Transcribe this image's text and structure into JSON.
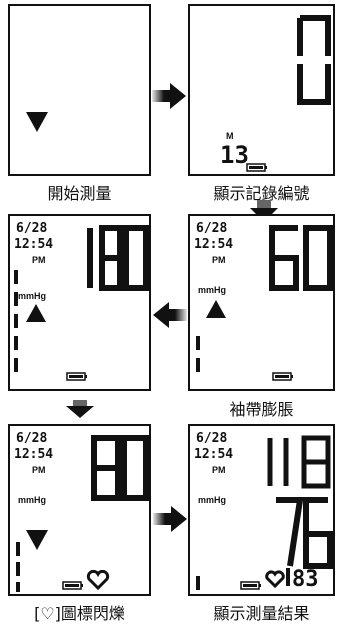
{
  "captions": {
    "step1": "開始測量",
    "step2": "顯示記錄編號",
    "step3": "",
    "step4": "袖帶膨脹",
    "step5": "[♡]圖標閃爍",
    "step6": "顯示測量結果"
  },
  "displays": {
    "p2": {
      "big": "0",
      "mem_label": "M",
      "mem_no": "13"
    },
    "p3": {
      "date": "6/28",
      "time": "12:54",
      "pm": "PM",
      "big": "180",
      "unit": "mmHg"
    },
    "p4": {
      "date": "6/28",
      "time": "12:54",
      "pm": "PM",
      "big": "60",
      "unit": "mmHg"
    },
    "p5": {
      "date": "6/28",
      "time": "12:54",
      "pm": "PM",
      "big": "80",
      "unit": "mmHg"
    },
    "p6": {
      "date": "6/28",
      "time": "12:54",
      "pm": "PM",
      "sys": "118",
      "dia": "76",
      "pulse": "83",
      "unit": "mmHg"
    }
  },
  "icons": {
    "arrow_right": "arrow-right-icon",
    "arrow_left": "arrow-left-icon",
    "arrow_down": "arrow-down-icon",
    "triangle_up": "triangle-up-icon",
    "triangle_down": "triangle-down-icon",
    "heart": "heart-icon",
    "battery": "battery-icon"
  }
}
